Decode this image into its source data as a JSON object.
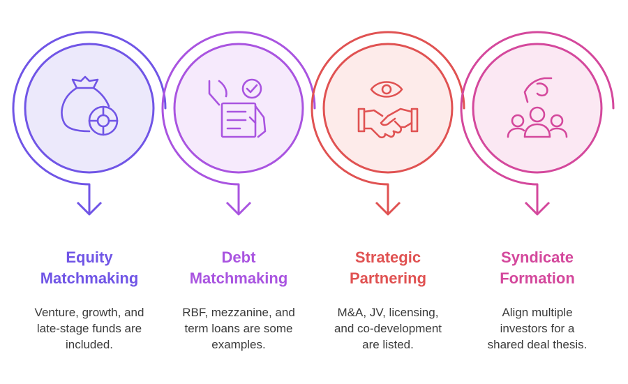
{
  "steps": [
    {
      "title_lines": [
        "Equity",
        "Matchmaking"
      ],
      "desc_lines": [
        "Venture, growth, and",
        "late-stage funds are",
        "included."
      ],
      "color": "#7055e6",
      "fill": "#ece9fb",
      "icon": "money-bag-coin-icon"
    },
    {
      "title_lines": [
        "Debt",
        "Matchmaking"
      ],
      "desc_lines": [
        "RBF, mezzanine, and",
        "term loans are some",
        "examples."
      ],
      "color": "#a954e0",
      "fill": "#f6eafc",
      "icon": "loan-document-check-icon"
    },
    {
      "title_lines": [
        "Strategic",
        "Partnering"
      ],
      "desc_lines": [
        "M&A, JV, licensing,",
        "and co-development",
        "are listed."
      ],
      "color": "#e05252",
      "fill": "#fdebea",
      "icon": "eye-handshake-icon"
    },
    {
      "title_lines": [
        "Syndicate",
        "Formation"
      ],
      "desc_lines": [
        "Align multiple",
        "investors for a",
        "shared deal thesis."
      ],
      "color": "#d4489c",
      "fill": "#fbe8f3",
      "icon": "hand-group-icon"
    }
  ]
}
